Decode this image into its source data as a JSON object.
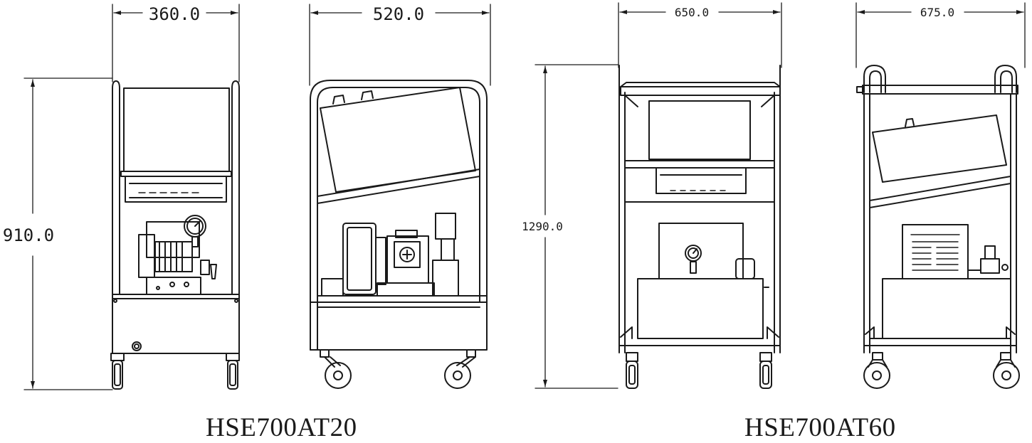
{
  "models": {
    "left": "HSE700AT20",
    "right": "HSE700AT60"
  },
  "dimensions": {
    "left_front_width": "360.0",
    "left_side_width": "520.0",
    "left_height": "910.0",
    "right_front_width": "650.0",
    "right_side_width": "675.0",
    "right_height": "1290.0"
  }
}
